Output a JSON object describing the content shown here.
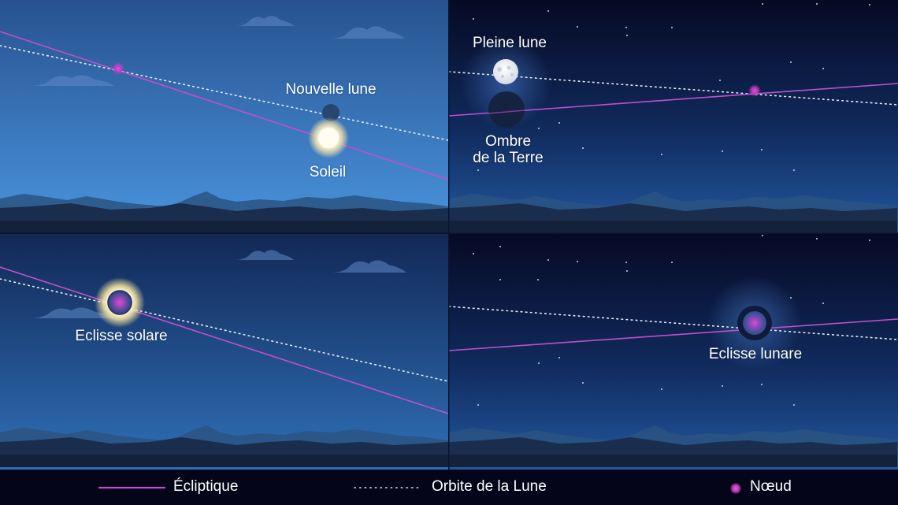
{
  "panels": {
    "new_moon": {
      "labels": {
        "moon": "Nouvelle lune",
        "sun": "Soleil"
      },
      "sky_colors": [
        "#27528f",
        "#4a95df"
      ]
    },
    "full_moon": {
      "labels": {
        "moon": "Pleine lune",
        "shadow_line1": "Ombre",
        "shadow_line2": "de la Terre"
      },
      "sky_colors": [
        "#060a24",
        "#1e4a85"
      ]
    },
    "solar_eclipse": {
      "labels": {
        "eclipse": "Eclisse solare"
      },
      "sky_colors": [
        "#142a5a",
        "#2d68ad"
      ]
    },
    "lunar_eclipse": {
      "labels": {
        "eclipse": "Eclisse lunare"
      },
      "sky_colors": [
        "#060a24",
        "#1e4a85"
      ]
    }
  },
  "legend": {
    "ecliptic": {
      "label": "Écliptique",
      "symbol": "solid-magenta-line"
    },
    "moon_orbit": {
      "label": "Orbite de la Lune",
      "symbol": "dotted-white-line"
    },
    "node": {
      "label": "Nœud",
      "symbol": "magenta-dot"
    }
  },
  "colors": {
    "ecliptic": "#c24fc9",
    "orbit": "#e8eef8",
    "node": "#d040d0",
    "background": "#05051a",
    "text": "#ffffff"
  }
}
